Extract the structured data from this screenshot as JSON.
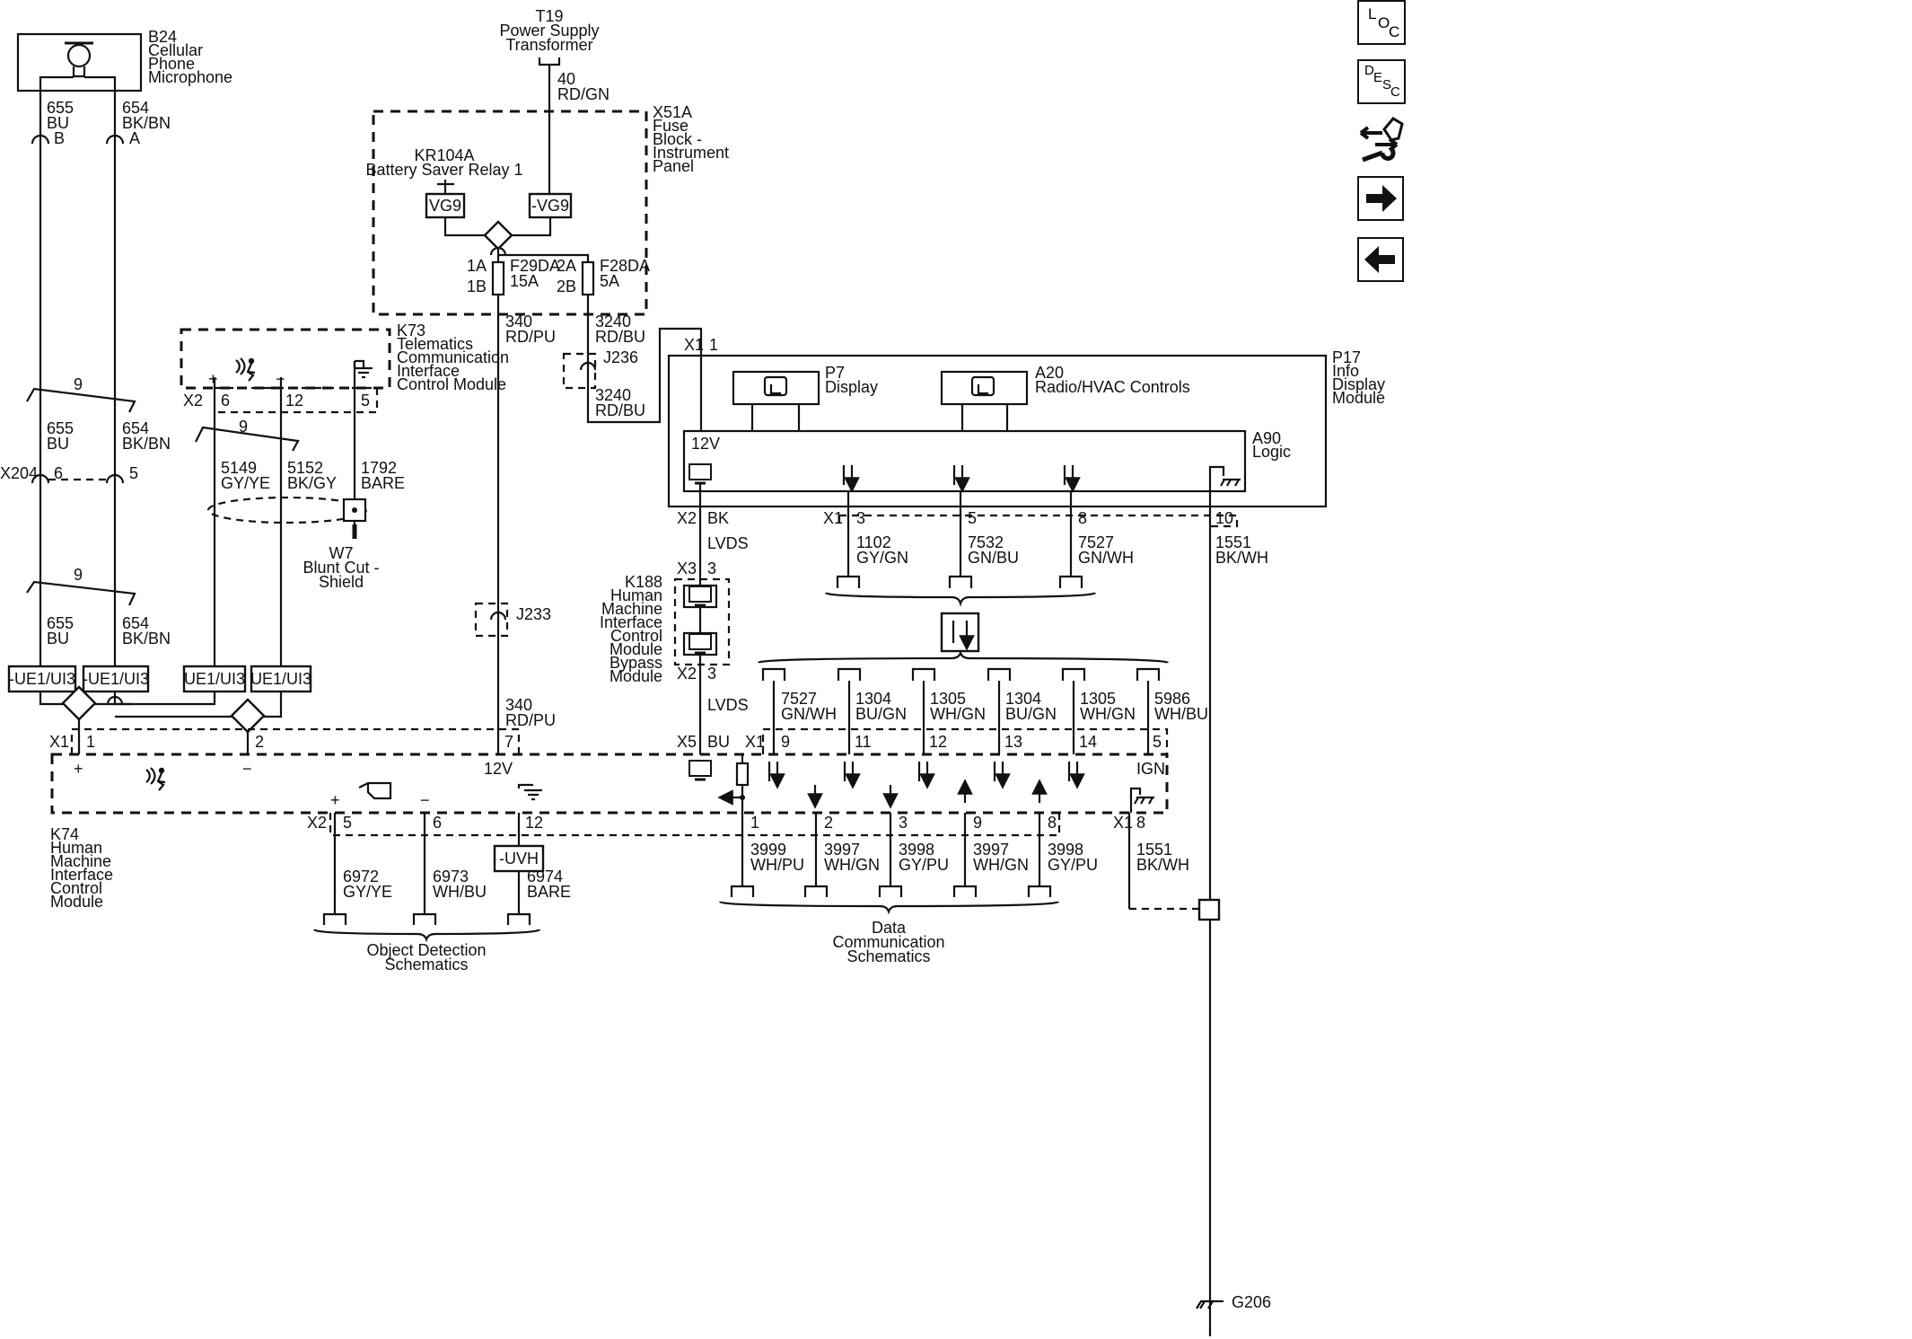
{
  "components": {
    "b24": [
      "B24",
      "Cellular",
      "Phone",
      "Microphone"
    ],
    "t19": [
      "T19",
      "Power Supply",
      "Transformer"
    ],
    "x51a": [
      "X51A",
      "Fuse",
      "Block -",
      "Instrument",
      "Panel"
    ],
    "kr104a": [
      "KR104A",
      "Battery Saver Relay 1"
    ],
    "k73": [
      "K73",
      "Telematics",
      "Communication",
      "Interface",
      "Control Module"
    ],
    "p17": [
      "P17",
      "Info",
      "Display",
      "Module"
    ],
    "p7": [
      "P7",
      "Display"
    ],
    "a20": [
      "A20",
      "Radio/HVAC Controls"
    ],
    "a90": [
      "A90",
      "Logic"
    ],
    "k188": [
      "K188",
      "Human",
      "Machine",
      "Interface",
      "Control",
      "Module",
      "Bypass",
      "Module"
    ],
    "k74": [
      "K74",
      "Human",
      "Machine",
      "Interface",
      "Control",
      "Module"
    ],
    "w7": [
      "W7",
      "Blunt Cut -",
      "Shield"
    ],
    "g206": "G206"
  },
  "schematic_refs": {
    "object_detection": [
      "Object Detection",
      "Schematics"
    ],
    "data_comm": [
      "Data",
      "Communication",
      "Schematics"
    ]
  },
  "connectors": {
    "x2": "X2",
    "x1": "X1",
    "x204": "X204",
    "x3": "X3",
    "x5": "X5",
    "j236": "J236",
    "j233": "J233"
  },
  "relay_pins": {
    "vg9": "VG9",
    "neg_vg9": "-VG9"
  },
  "fuses": {
    "f29": {
      "in": "1A",
      "out": "1B",
      "name": "F29DA",
      "rating": "15A"
    },
    "f28": {
      "in": "2A",
      "out": "2B",
      "name": "F28DA",
      "rating": "5A"
    }
  },
  "options": {
    "neg_ue1": "-UE1/UI3",
    "ue1": "UE1/UI3",
    "neg_uvh": "-UVH"
  },
  "labels": {
    "v12": "12V",
    "bk": "BK",
    "bu": "BU",
    "lvds": "LVDS",
    "ign": "IGN",
    "plus": "+",
    "minus": "−",
    "twist": "9"
  },
  "pins": {
    "b": "B",
    "a": "A",
    "p6": "6",
    "p5": "5",
    "p12": "12",
    "p1": "1",
    "p2": "2",
    "p3": "3",
    "p7": "7",
    "p8": "8",
    "p9": "9",
    "p10": "10",
    "p11": "11",
    "p13": "13",
    "p14": "14"
  },
  "wires": {
    "w655": [
      "655",
      "BU"
    ],
    "w654": [
      "654",
      "BK/BN"
    ],
    "w40": [
      "40",
      "RD/GN"
    ],
    "w340": [
      "340",
      "RD/PU"
    ],
    "w3240": [
      "3240",
      "RD/BU"
    ],
    "w5149": [
      "5149",
      "GY/YE"
    ],
    "w5152": [
      "5152",
      "BK/GY"
    ],
    "w1792": [
      "1792",
      "BARE"
    ],
    "w1102": [
      "1102",
      "GY/GN"
    ],
    "w7532": [
      "7532",
      "GN/BU"
    ],
    "w7527": [
      "7527",
      "GN/WH"
    ],
    "w1551": [
      "1551",
      "BK/WH"
    ],
    "w1304": [
      "1304",
      "BU/GN"
    ],
    "w1305": [
      "1305",
      "WH/GN"
    ],
    "w5986": [
      "5986",
      "WH/BU"
    ],
    "w3999": [
      "3999",
      "WH/PU"
    ],
    "w3997": [
      "3997",
      "WH/GN"
    ],
    "w3998": [
      "3998",
      "GY/PU"
    ],
    "w6972": [
      "6972",
      "GY/YE"
    ],
    "w6973": [
      "6973",
      "WH/BU"
    ],
    "w6974": [
      "6974",
      "BARE"
    ]
  },
  "nav": {
    "loc": [
      "L",
      "O",
      "C"
    ],
    "desc": [
      "D",
      "E",
      "S",
      "C"
    ]
  },
  "colors": {
    "ink": "#111111",
    "background": "#ffffff"
  }
}
